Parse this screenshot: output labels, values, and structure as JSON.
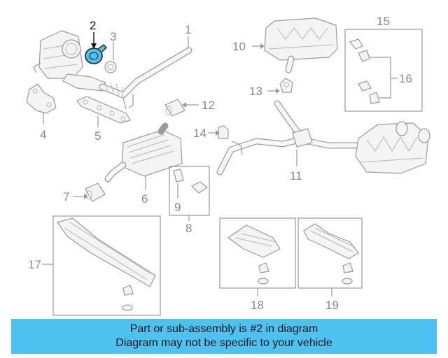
{
  "callouts": {
    "c1": "1",
    "c2": "2",
    "c3": "3",
    "c4": "4",
    "c5": "5",
    "c6": "6",
    "c7": "7",
    "c8": "8",
    "c9": "9",
    "c10": "10",
    "c11": "11",
    "c12": "12",
    "c13": "13",
    "c14": "14",
    "c15": "15",
    "c16": "16",
    "c17": "17",
    "c18": "18",
    "c19": "19"
  },
  "highlight": {
    "part_number": "2",
    "color": "#4cc2f1"
  },
  "banner": {
    "line1": "Part or sub-assembly is #2 in diagram",
    "line2": "Diagram may not be specific to your vehicle",
    "background": "#4cc2f1"
  }
}
